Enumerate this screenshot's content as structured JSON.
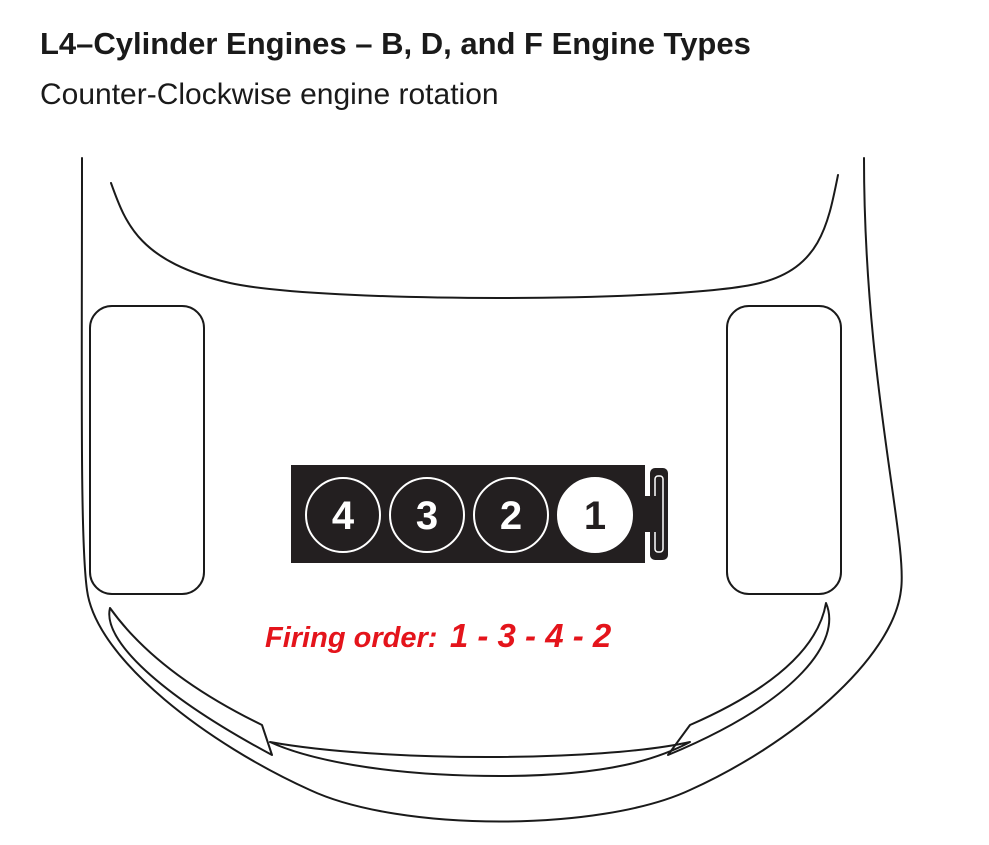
{
  "header": {
    "title": "L4–Cylinder Engines – B, D, and F Engine Types",
    "subtitle": "Counter-Clockwise engine rotation"
  },
  "engine": {
    "cylinders": [
      {
        "label": "4",
        "highlighted": false
      },
      {
        "label": "3",
        "highlighted": false
      },
      {
        "label": "2",
        "highlighted": false
      },
      {
        "label": "1",
        "highlighted": true
      }
    ]
  },
  "firing_order": {
    "prefix": "Firing order:",
    "sequence": "1 - 3 - 4 - 2"
  },
  "colors": {
    "text": "#1a1a1a",
    "engine_block": "#231f20",
    "cylinder_outline": "#ffffff",
    "highlight_fill": "#ffffff",
    "firing_red": "#e4141b"
  }
}
